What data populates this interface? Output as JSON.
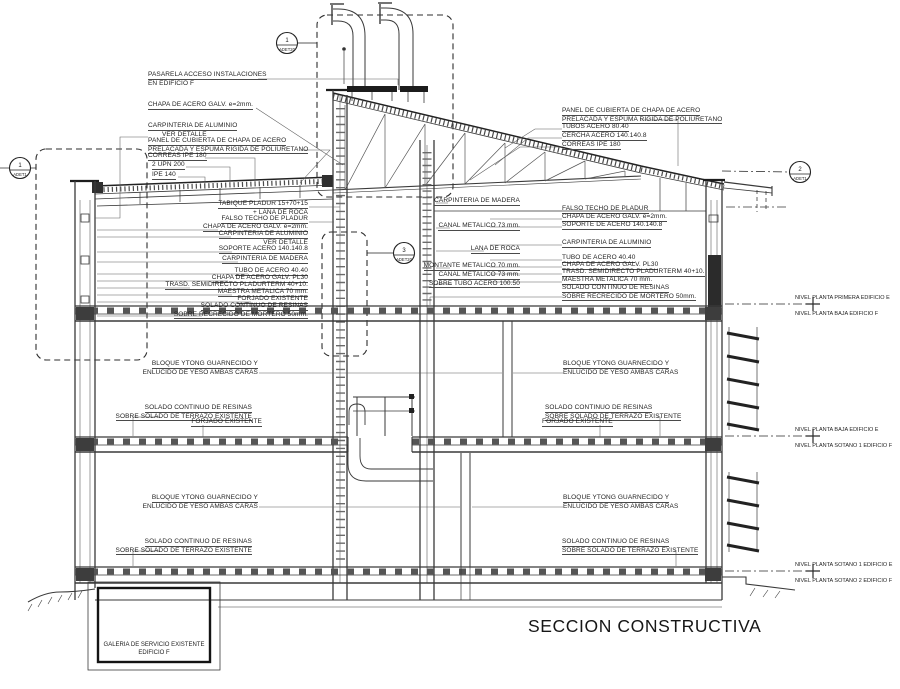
{
  "title": "SECCION CONSTRUCTIVA",
  "colors": {
    "ink": "#2b2b2b",
    "thin_line": "#555555",
    "background": "#ffffff"
  },
  "markers": {
    "top": {
      "num": "1",
      "ref": "ADET20"
    },
    "mid": {
      "num": "3",
      "ref": "ADET20"
    },
    "left": {
      "num": "1",
      "ref": "ADET1"
    },
    "right": {
      "num": "2",
      "ref": "ADET1"
    }
  },
  "levels": [
    {
      "upper": "NIVEL PLANTA PRIMERA EDIFICIO E",
      "lower": "NIVEL PLANTA BAJA EDIFICIO F"
    },
    {
      "upper": "NIVEL PLANTA BAJA EDIFICIO E",
      "lower": "NIVEL PLANTA SOTANO 1 EDIFICIO F"
    },
    {
      "upper": "NIVEL PLANTA SOTANO 1 EDIFICIO E",
      "lower": "NIVEL PLANTA SOTANO 2 EDIFICIO F"
    }
  ],
  "ann": {
    "roof_left": {
      "pasarela_1": "PASARELA ACCESO INSTALACIONES",
      "pasarela_2": "EN EDIFICIO F",
      "chapa_galv": "CHAPA DE ACERO GALV. e=2mm.",
      "carp_alu": "CARPINTERIA DE ALUMINIO",
      "ver_detalle": "VER DETALLE",
      "panel_1": "PANEL DE CUBIERTA DE CHAPA DE ACERO",
      "panel_2": "PRELACADA Y ESPUMA RIGIDA DE POLIURETANO",
      "correas": "CORREAS IPE 180",
      "upn": "2 UPN 200",
      "ipe": "IPE 140"
    },
    "wall_left": {
      "tabique_1": "TABIQUE PLADUR 15+70+15",
      "tabique_2": "+ LANA DE ROCA",
      "falso_techo": "FALSO TECHO DE PLADUR",
      "chapa_galv": "CHAPA DE ACERO GALV. e=2mm.",
      "carp_alu": "CARPINTERIA DE ALUMINIO",
      "ver_detalle": "VER DETALLE",
      "soporte": "SOPORTE ACERO 140.140.8",
      "carp_madera": "CARPINTERIA DE MADERA",
      "tubo": "TUBO DE ACERO 40.40",
      "chapa_pl30": "CHAPA DE ACERO GALV. PL30",
      "trasd": "TRASD. SEMIDIRECTO PLADURTERM 40+10.",
      "maestra": "MAESTRA METALICA 70 mm.",
      "forjado": "FORJADO EXISTENTE",
      "solado_1": "SOLADO CONTINUO DE RESINAS",
      "solado_2": "SOBRE RECRECIDO DE MORTERO 50mm."
    },
    "shaft": {
      "carp_madera": "CARPINTERIA DE MADERA",
      "canal_1": "CANAL METALICO 73 mm.",
      "lana": "LANA DE ROCA",
      "montante": "MONTANTE METALICO 70 mm.",
      "canal_2a": "CANAL METALICO 73 mm.",
      "canal_2b": "SOBRE TUBO ACERO 100.50"
    },
    "roof_right": {
      "panel_1": "PANEL DE CUBIERTA DE CHAPA DE ACERO",
      "panel_2": "PRELACADA Y ESPUMA RIGIDA DE POLIURETANO",
      "tubos": "TUBOS ACERO 80.40",
      "cercha": "CERCHA ACERO 140.140.8",
      "correas": "CORREAS IPE 180"
    },
    "wall_right": {
      "falso_techo": "FALSO TECHO DE PLADUR",
      "chapa_galv": "CHAPA DE ACERO GALV. e=2mm.",
      "soporte": "SOPORTE DE ACERO 140.140.8",
      "carp_alu": "CARPINTERIA DE ALUMINIO",
      "tubo": "TUBO DE ACERO 40.40",
      "chapa_pl30": "CHAPA DE ACERO GALV. PL30",
      "trasd": "TRASD. SEMIDIRECTO PLADURTERM 40+10.",
      "maestra": "MAESTRA METALICA 70 mm.",
      "solado_1": "SOLADO CONTINUO DE RESINAS",
      "solado_2": "SOBRE RECRECIDO DE MORTERO 50mm."
    },
    "interior": {
      "bloque_1": "BLOQUE YTONG GUARNECIDO Y",
      "bloque_2": "ENLUCIDO DE YESO AMBAS CARAS",
      "solado_1": "SOLADO CONTINUO DE RESINAS",
      "solado_2": "SOBRE SOLADO DE TERRAZO EXISTENTE",
      "forjado": "FORJADO EXISTENTE"
    },
    "galeria_1": "GALERIA DE SERVICIO EXISTENTE",
    "galeria_2": "EDIFICIO F"
  }
}
